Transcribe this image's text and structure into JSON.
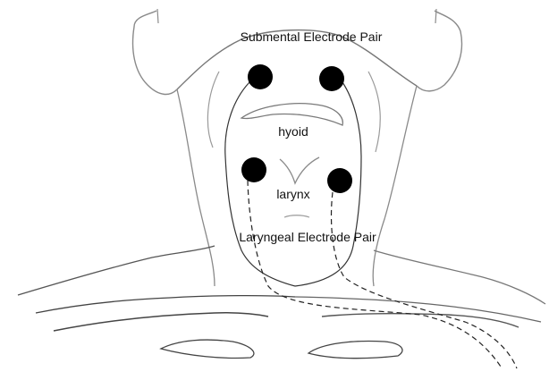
{
  "diagram": {
    "labels": {
      "submental": "Submental Electrode Pair",
      "hyoid": "hyoid",
      "larynx": "larynx",
      "laryngeal": "Laryngeal Electrode Pair"
    },
    "colors": {
      "outline": "#8a8a8a",
      "dark_outline": "#444444",
      "electrode": "#000000",
      "lead": "#222222",
      "text": "#111111"
    }
  }
}
